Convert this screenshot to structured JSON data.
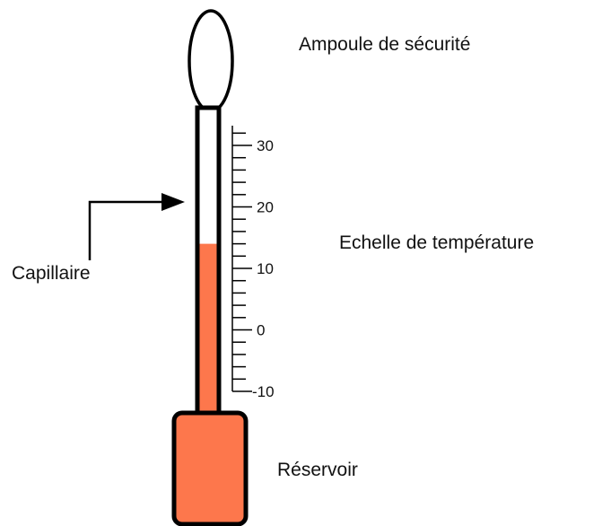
{
  "labels": {
    "safety_bulb": "Ampoule de sécurité",
    "temperature_scale": "Echelle de température",
    "capillary": "Capillaire",
    "reservoir": "Réservoir"
  },
  "scale": {
    "tick_labels": [
      "30",
      "20",
      "10",
      "0",
      "-10"
    ],
    "values": [
      30,
      20,
      10,
      0,
      -10
    ],
    "minor_step": 2
  },
  "liquid": {
    "level": 14
  },
  "colors": {
    "liquid": "#fd774c",
    "outline": "#000000"
  }
}
